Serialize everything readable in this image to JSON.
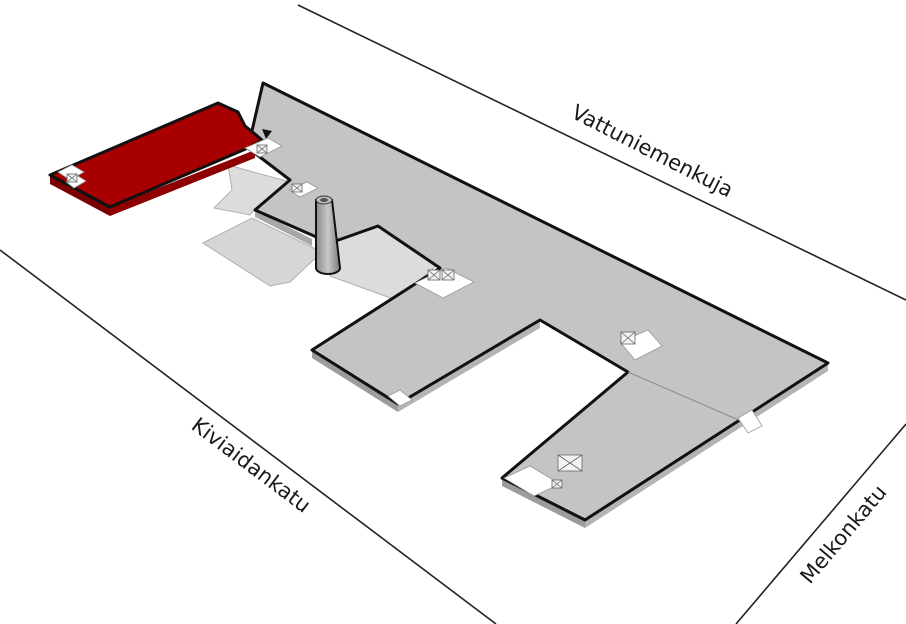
{
  "diagram": {
    "type": "isometric-floor-plan",
    "colors": {
      "background": "#ffffff",
      "floor": "#c4c4c4",
      "floor_edge": "#9c9c9c",
      "highlight": "#a80000",
      "highlight_edge": "#7a0000",
      "courtyard": "#dcdcdc",
      "outline": "#111111",
      "street_line": "#222222"
    },
    "streets": [
      {
        "id": "north",
        "label": "Vattuniemenkuja"
      },
      {
        "id": "west",
        "label": "Kiviaidankatu"
      },
      {
        "id": "east",
        "label": "Melkonkatu"
      }
    ],
    "highlighted_section": {
      "label": "",
      "color": "#a80000"
    }
  }
}
